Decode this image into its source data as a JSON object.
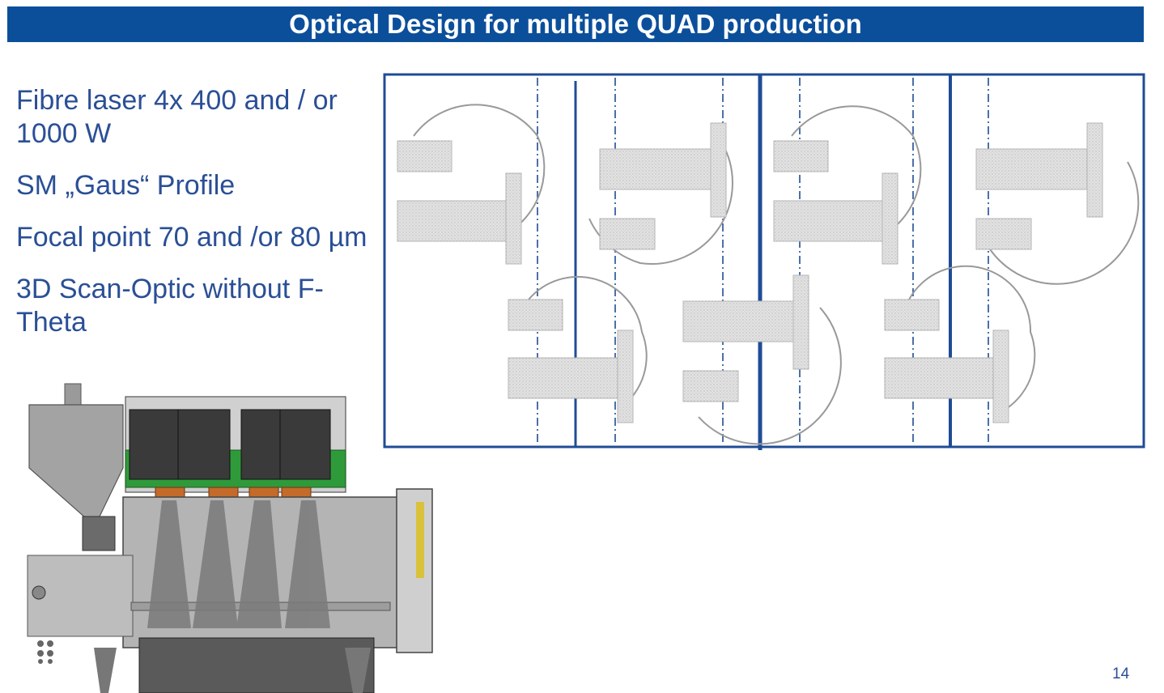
{
  "slide": {
    "title": "Optical Design for multiple QUAD production",
    "bullets": [
      "Fibre laser  4x 400 and / or 1000 W",
      "SM „Gaus“ Profile",
      "Focal point  70 and /or 80 µm",
      "3D Scan-Optic without F-Theta"
    ],
    "page_number": "14"
  },
  "colors": {
    "title_bar": "#0b4f9b",
    "title_text": "#ffffff",
    "body_text": "#2a4f96",
    "frame_lines": "#1f4c96",
    "part_fill": "#dcdcdc"
  },
  "figures": {
    "layout_diagram": "quad-part-nesting-layout",
    "machine_drawing": "multi-scanner-laser-machine"
  }
}
